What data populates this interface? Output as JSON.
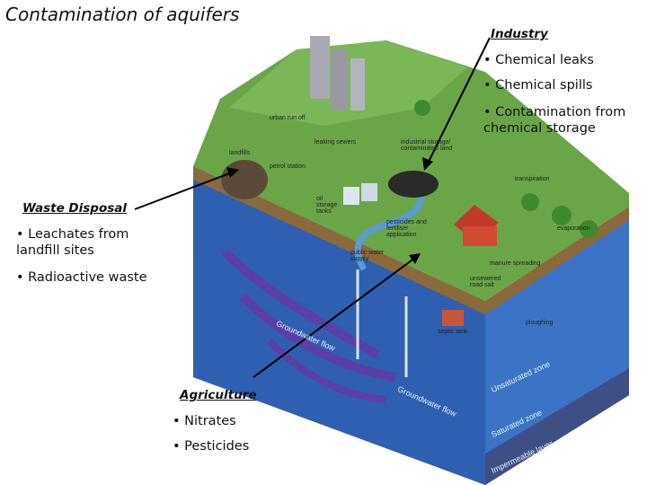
{
  "title": "Contamination of aquifers",
  "industry": {
    "heading": "Industry",
    "items": [
      "• Chemical leaks",
      "• Chemical spills",
      "• Contamination from chemical storage"
    ]
  },
  "waste": {
    "heading": "Waste Disposal",
    "items": [
      "• Leachates from landfill sites",
      "• Radioactive waste"
    ]
  },
  "agriculture": {
    "heading": "Agriculture",
    "items": [
      "• Nitrates",
      "• Pesticides"
    ]
  },
  "diagram_labels": {
    "urban_runoff": "urban run off",
    "leaking_sewers": "leaking sewers",
    "industrial_storage": "industrial storage/ contaminated land",
    "landfills": "landfills",
    "petrol_station": "petrol station",
    "oil_storage": "oil storage tanks",
    "pesticides": "pesticides and fertiliser application",
    "public_water": "public water supply",
    "manure": "manure spreading",
    "unsewered": "unsewered road salt",
    "ploughing": "ploughing",
    "septic": "septic tank",
    "transpiration": "transpiration",
    "evaporation": "evaporation",
    "groundwater_flow_1": "Groundwater flow",
    "groundwater_flow_2": "Groundwater flow",
    "unsaturated": "Unsaturated zone",
    "saturated": "Saturated zone",
    "impermeable": "Impermeable layer"
  }
}
